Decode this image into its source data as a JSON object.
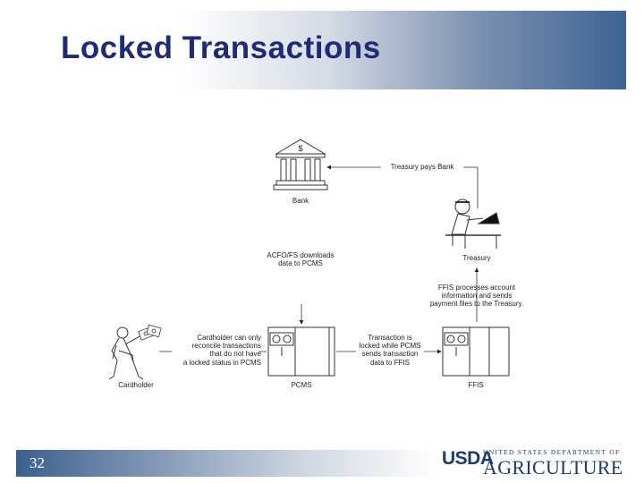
{
  "slide": {
    "title": "Locked Transactions",
    "page_number": "32"
  },
  "logo": {
    "abbrev": "USDA",
    "line1": "UNITED STATES DEPARTMENT OF",
    "line2": "AGRICULTURE"
  },
  "diagram": {
    "bank_symbol": "$",
    "bank_label": "Bank",
    "treasury_label": "Treasury",
    "treasury_pays": "Treasury pays Bank",
    "acfo_downloads": [
      "ACFO/FS downloads",
      "data to PCMS"
    ],
    "ffis_processes": [
      "FFIS processes account",
      "information and sends",
      "payment files to the Treasury."
    ],
    "cardholder_note": [
      "Cardholder can only",
      "reconcile transactions",
      "that do not have",
      "a locked status in PCMS"
    ],
    "transaction_locked": [
      "Transaction is",
      "locked while PCMS",
      "sends transaction",
      "data to FFIS"
    ],
    "cardholder_label": "Cardholder",
    "pcms_label": "PCMS",
    "ffis_label": "FFIS"
  },
  "colors": {
    "title": "#1f2a78",
    "logo": "#1d3b6e",
    "bar_dark": "#3e6394"
  }
}
